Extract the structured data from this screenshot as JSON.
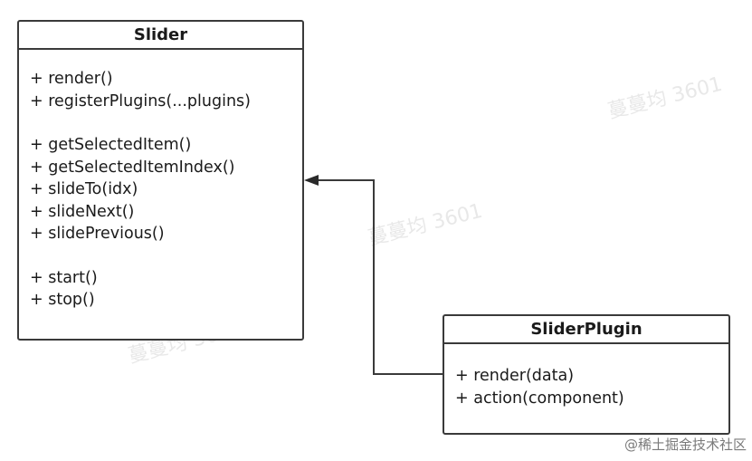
{
  "classes": {
    "slider": {
      "name": "Slider",
      "method_groups": [
        [
          "+ render()",
          "+ registerPlugins(...plugins)"
        ],
        [
          "+ getSelectedItem()",
          "+ getSelectedItemIndex()",
          "+ slideTo(idx)",
          "+ slideNext()",
          "+ slidePrevious()"
        ],
        [
          "+ start()",
          "+ stop()"
        ]
      ]
    },
    "slider_plugin": {
      "name": "SliderPlugin",
      "method_groups": [
        [
          "+ render(data)",
          "+ action(component)"
        ]
      ]
    }
  },
  "relationship": {
    "type": "association",
    "from": "SliderPlugin",
    "to": "Slider",
    "arrowhead": "filled"
  },
  "watermark": {
    "text": "蔓蔓均 3601"
  },
  "credit": "@稀土掘金技术社区",
  "colors": {
    "border": "#3a3a3a",
    "text": "#1a1a1a",
    "watermark": "#d9d9d9",
    "credit": "#7a7a7a"
  }
}
